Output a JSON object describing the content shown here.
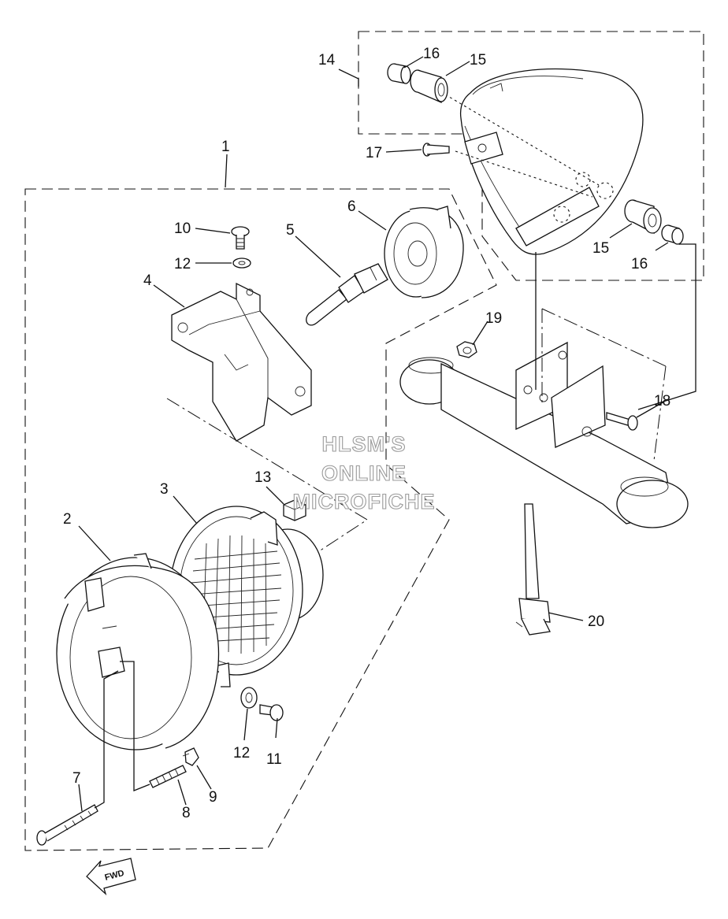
{
  "watermark": {
    "line1": "HLSM'S",
    "line2": "ONLINE",
    "line3": "MICROFICHE"
  },
  "fwd_label": "FWD",
  "callouts": [
    {
      "id": "c1",
      "label": "1"
    },
    {
      "id": "c2",
      "label": "2"
    },
    {
      "id": "c3",
      "label": "3"
    },
    {
      "id": "c4",
      "label": "4"
    },
    {
      "id": "c5",
      "label": "5"
    },
    {
      "id": "c6",
      "label": "6"
    },
    {
      "id": "c7",
      "label": "7"
    },
    {
      "id": "c8",
      "label": "8"
    },
    {
      "id": "c9",
      "label": "9"
    },
    {
      "id": "c10",
      "label": "10"
    },
    {
      "id": "c11",
      "label": "11"
    },
    {
      "id": "c12a",
      "label": "12"
    },
    {
      "id": "c12b",
      "label": "12"
    },
    {
      "id": "c13",
      "label": "13"
    },
    {
      "id": "c14",
      "label": "14"
    },
    {
      "id": "c15a",
      "label": "15"
    },
    {
      "id": "c15b",
      "label": "15"
    },
    {
      "id": "c16a",
      "label": "16"
    },
    {
      "id": "c16b",
      "label": "16"
    },
    {
      "id": "c17",
      "label": "17"
    },
    {
      "id": "c18",
      "label": "18"
    },
    {
      "id": "c19",
      "label": "19"
    },
    {
      "id": "c20",
      "label": "20"
    }
  ]
}
